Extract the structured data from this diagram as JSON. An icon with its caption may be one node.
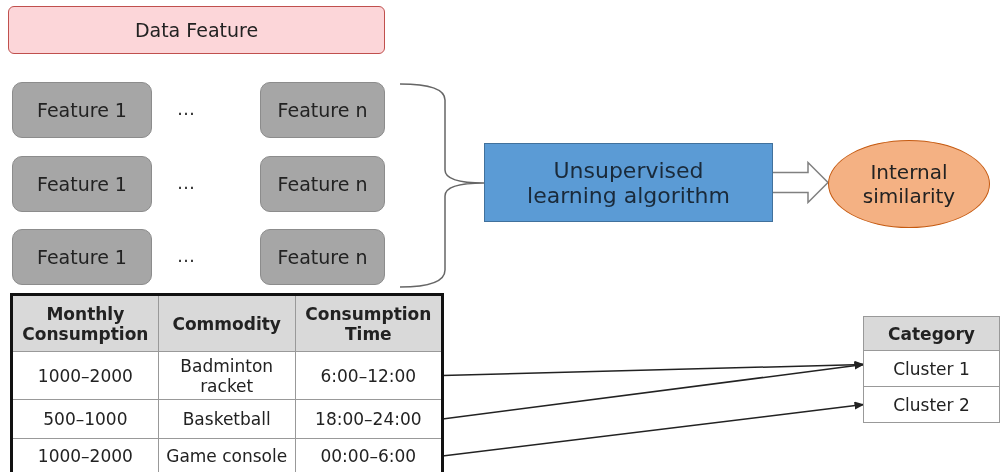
{
  "diagram": {
    "nodes": [
      {
        "text": [
          "Data Feature"
        ]
      },
      {
        "text": [
          "Feature 1"
        ]
      },
      {
        "text": [
          "Feature n"
        ]
      },
      {
        "text": [
          "Feature 1"
        ]
      },
      {
        "text": [
          "Feature n"
        ]
      },
      {
        "text": [
          "Feature 1"
        ]
      },
      {
        "text": [
          "Feature n"
        ]
      },
      {
        "text": [
          "Unsupervised learning algorithm"
        ]
      },
      {
        "text": [
          "Internal similarity"
        ]
      },
      {
        "text": [
          "6:00–12:00"
        ]
      },
      {
        "text": [
          "18:00–24:00"
        ]
      },
      {
        "text": [
          "00:00–6:00"
        ]
      },
      {
        "text": [
          "Cluster 1"
        ]
      },
      {
        "text": [
          "Cluster 2"
        ]
      }
    ],
    "edges": [
      {
        "from": 7,
        "to": 8,
        "arrow": "to",
        "style": "thick"
      },
      {
        "from": 9,
        "to": 12,
        "arrow": "to"
      },
      {
        "from": 10,
        "to": 12,
        "arrow": "to"
      },
      {
        "from": 11,
        "to": 13,
        "arrow": "to"
      }
    ],
    "labels": [
      "…",
      "…",
      "…",
      "Monthly Consumption",
      "Commodity",
      "Consumption Time",
      "1000–2000",
      "Badminton racket",
      "500–1000",
      "Basketball",
      "1000–2000",
      "Game console",
      "Category"
    ]
  }
}
